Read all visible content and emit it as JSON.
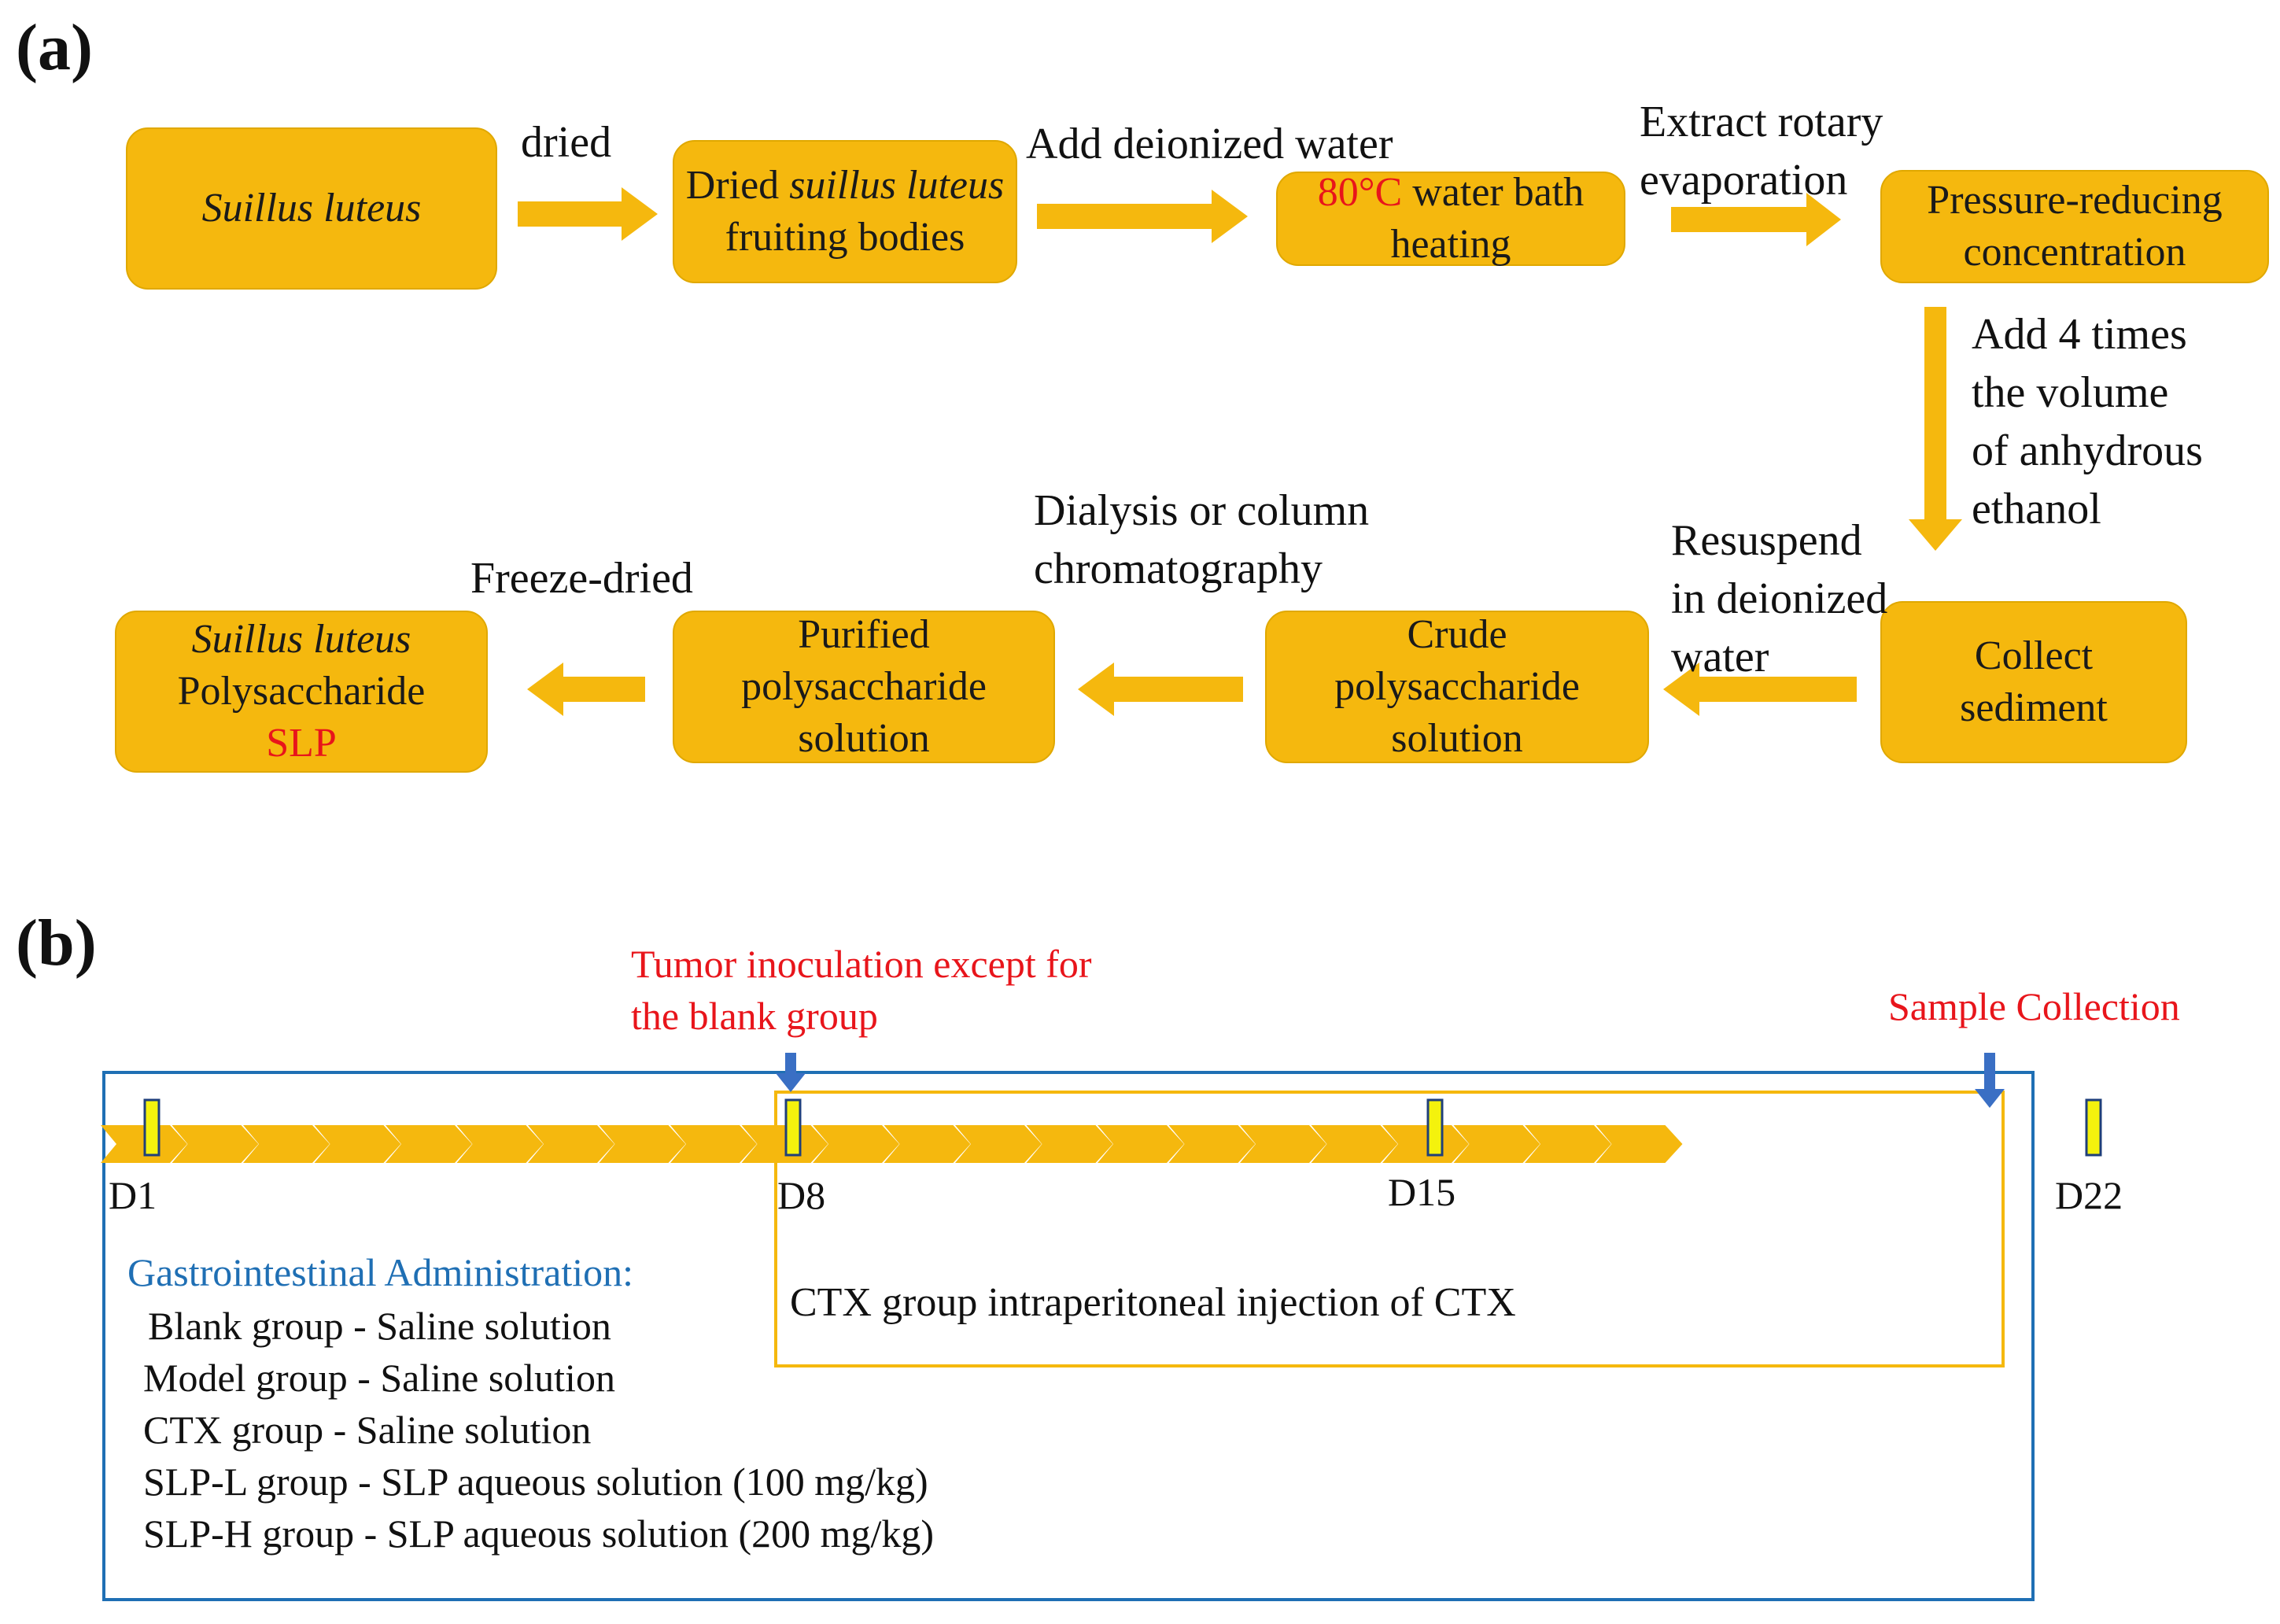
{
  "panel_a": {
    "label": "(a)",
    "boxes": {
      "suillus": "Suillus luteus",
      "dried_bodies": {
        "pre": "Dried ",
        "ital": "suillus luteus",
        "post": " fruiting bodies"
      },
      "water_bath": {
        "temp": "80°C",
        "rest": " water bath heating"
      },
      "pressure": "Pressure-reducing concentration",
      "collect": "Collect sediment",
      "crude": "Crude polysaccharide solution",
      "purified": "Purified polysaccharide solution",
      "final": {
        "ital": "Suillus luteus",
        "line2": "Polysaccharide",
        "slp": "SLP"
      }
    },
    "steps": {
      "dried": "dried",
      "add_water": "Add deionized water",
      "extract_1": "Extract rotary",
      "extract_2": "evaporation",
      "ethanol_1": "Add 4 times",
      "ethanol_2": "the volume",
      "ethanol_3": "of anhydrous",
      "ethanol_4": "ethanol",
      "resuspend_1": "Resuspend",
      "resuspend_2": "in deionized",
      "resuspend_3": "water",
      "dialysis_1": "Dialysis or column",
      "dialysis_2": "chromatography",
      "freeze": "Freeze-dried"
    }
  },
  "panel_b": {
    "label": "(b)",
    "tumor_1": "Tumor inoculation except for",
    "tumor_2": "the blank group",
    "sample": "Sample Collection",
    "days": [
      "D1",
      "D8",
      "D15",
      "D22"
    ],
    "ctx_note": "CTX group intraperitoneal injection of CTX",
    "admin_title": "Gastrointestinal Administration:",
    "admin_lines": [
      "Blank  group - Saline solution",
      "Model group - Saline solution",
      "CTX group - Saline solution",
      "SLP-L group - SLP aqueous solution (100 mg/kg)",
      "SLP-H group - SLP aqueous solution (200 mg/kg)"
    ]
  },
  "colors": {
    "box": "#F5B80E",
    "arrow": "#F5B80E",
    "red_text": "#e8151b",
    "blue_frame": "#1f6fb4",
    "marker": "#f4f20d",
    "down_arrow": "#3a6fc4"
  }
}
